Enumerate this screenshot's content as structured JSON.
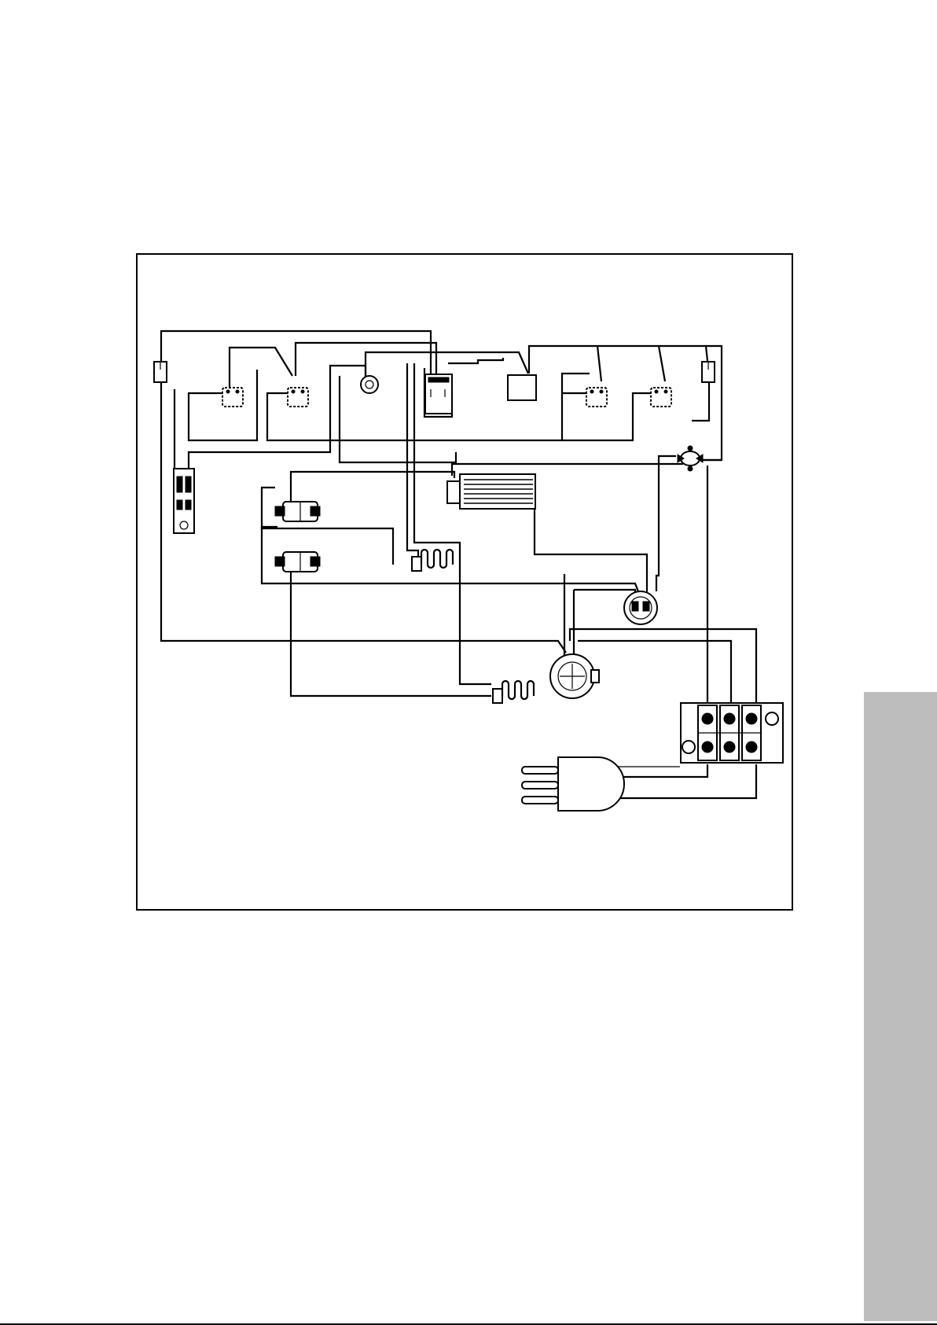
{
  "page": {
    "background": "#ffffff",
    "frame_color": "#000000",
    "side_tab_color": "#bdbdbd",
    "bottom_rule_color": "#000000"
  },
  "diagram": {
    "kind": "wiring schematic",
    "components": [
      "terminal-left",
      "switch-1",
      "switch-2",
      "lamp",
      "relay",
      "timer-box",
      "switch-3",
      "switch-4",
      "terminal-right",
      "thermostat",
      "contactor",
      "solenoid-valve-1",
      "solenoid-valve-2",
      "heating-element-1",
      "heater-block",
      "motor-small",
      "motor-main",
      "heating-element-2",
      "terminal-block",
      "power-plug"
    ]
  }
}
